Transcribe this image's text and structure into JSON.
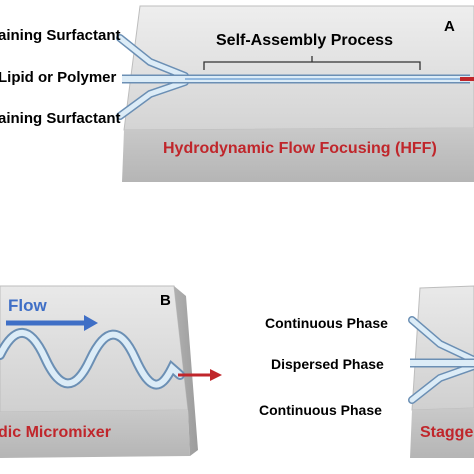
{
  "panel_a": {
    "letter": "A",
    "title": "Self-Assembly Process",
    "inlet_top": "aining Surfactant",
    "inlet_middle": "Lipid or Polymer",
    "inlet_bottom": "aining Surfactant",
    "caption": "Hydrodynamic Flow Focusing (HFF)"
  },
  "panel_b": {
    "letter": "B",
    "flow_label": "Flow",
    "caption": "dic Micromixer"
  },
  "panel_c": {
    "inlet_top": "Continuous Phase",
    "inlet_middle": "Dispersed Phase",
    "inlet_bottom": "Continuous Phase",
    "caption": "Stagge"
  },
  "colors": {
    "accent_red": "#c0262b",
    "flow_blue": "#3f6fc6",
    "channel_fill": "#dcecf7",
    "channel_stroke": "#6b8fb4"
  }
}
